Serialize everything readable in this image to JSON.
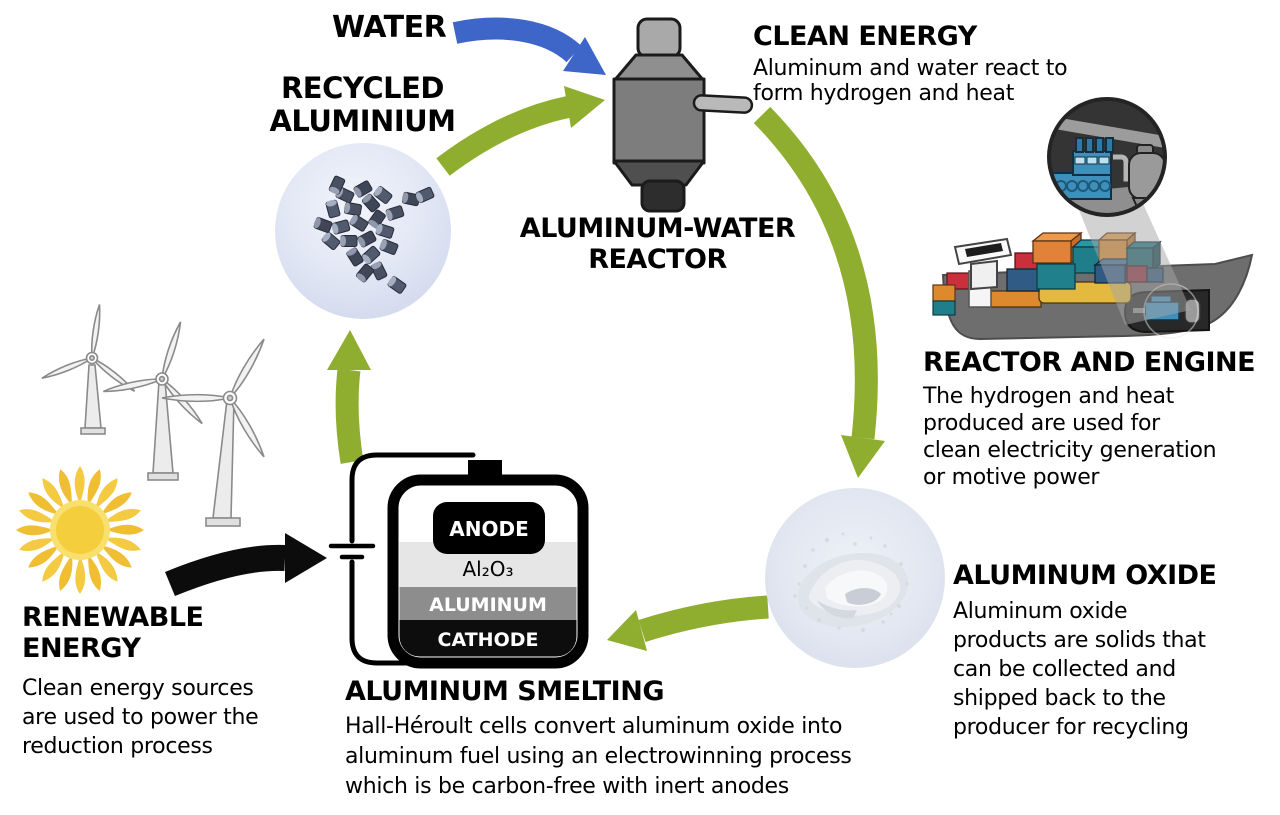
{
  "colors": {
    "arrow_green": "#8FAD2E",
    "arrow_blue": "#3E66C9",
    "arrow_black": "#0c0c0c",
    "text": "#000000"
  },
  "labels": {
    "water": "WATER",
    "recycled": [
      "RECYCLED",
      "ALUMINIUM"
    ],
    "reactor": [
      "ALUMINUM-WATER",
      "REACTOR"
    ]
  },
  "sections": {
    "clean_energy": {
      "title": "CLEAN ENERGY",
      "lines": [
        "Aluminum and water react to",
        "form hydrogen and heat"
      ]
    },
    "reactor_engine": {
      "title": "REACTOR AND ENGINE",
      "lines": [
        "The hydrogen and heat",
        "produced are used for",
        "clean electricity generation",
        "or motive power"
      ]
    },
    "aluminum_oxide": {
      "title": "ALUMINUM OXIDE",
      "lines": [
        "Aluminum oxide",
        "products are solids that",
        "can be collected and",
        "shipped back to the",
        "producer for recycling"
      ]
    },
    "aluminum_smelting": {
      "title": "ALUMINUM SMELTING",
      "lines": [
        "Hall-Héroult cells convert aluminum oxide into",
        "aluminum fuel using an electrowinning process",
        "which is be carbon-free with inert anodes"
      ]
    },
    "renewable_energy": {
      "title": [
        "RENEWABLE",
        "ENERGY"
      ],
      "lines": [
        "Clean energy sources",
        "are used to power the",
        "reduction process"
      ]
    }
  },
  "cell": {
    "anode": "ANODE",
    "alumina": "Al₂O₃",
    "aluminum": "ALUMINUM",
    "cathode": "CATHODE"
  }
}
